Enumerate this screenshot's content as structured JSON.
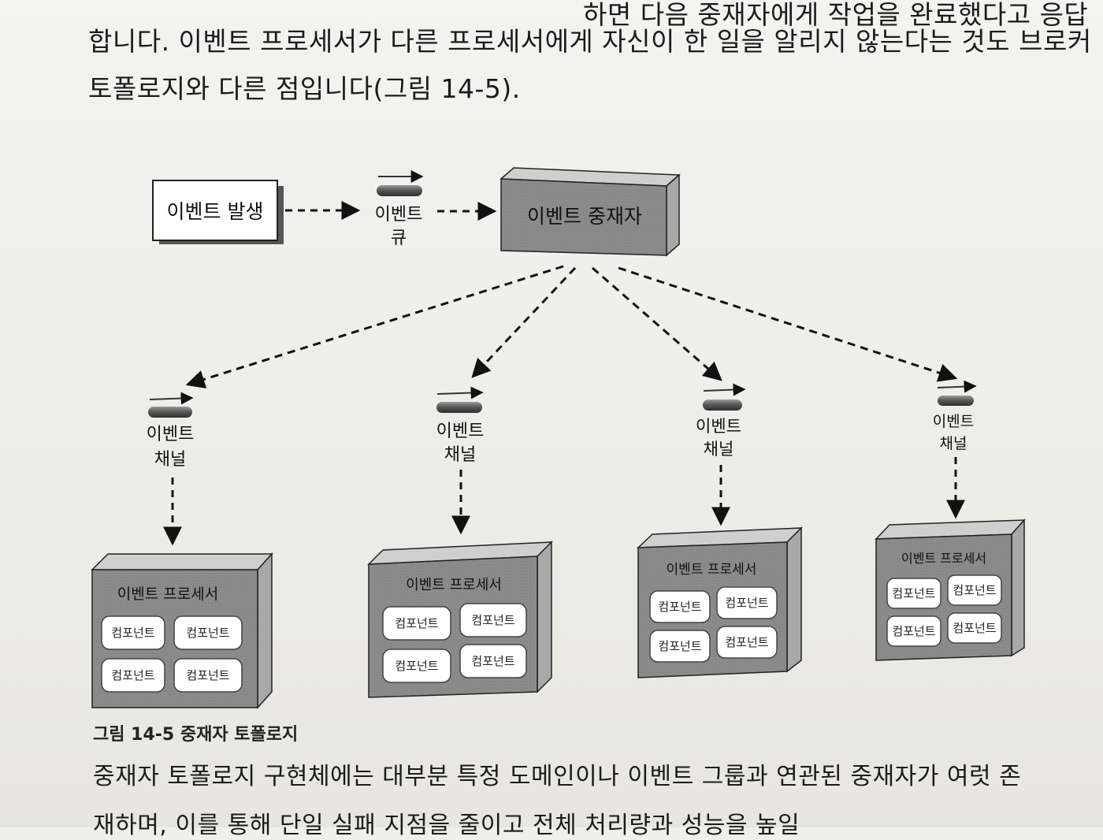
{
  "paragraph": {
    "line_top": "하면 다음 중재자에게 작업을 완료했다고 응답",
    "line1": "합니다. 이벤트 프로세서가 다른 프로세서에게 자신이 한 일을 알리지 않는다는 것도 브로커",
    "line2": "토폴로지와 다른 점입니다(그림 14-5)."
  },
  "diagram": {
    "event_source": "이벤트 발생",
    "event_queue": [
      "이벤트",
      "큐"
    ],
    "mediator": "이벤트 중재자",
    "channels": [
      [
        "이벤트",
        "채널"
      ],
      [
        "이벤트",
        "채널"
      ],
      [
        "이벤트",
        "채널"
      ],
      [
        "이벤트",
        "채널"
      ]
    ],
    "processor_title": "이벤트 프로세서",
    "component_label": "컴포넌트"
  },
  "caption": "그림 14-5 중재자 토폴로지",
  "next_paragraph": {
    "line1": "중재자 토폴로지 구현체에는 대부분 특정 도메인이나 이벤트 그룹과 연관된 중재자가 여럿 존",
    "line2": "재하며, 이를 통해 단일 실패 지점을 줄이고 전체 처리량과 성능을 높일"
  },
  "colors": {
    "box_face": "#8a8a8a",
    "box_side": "#a9a9a9",
    "box_top": "#d0d0d0",
    "component_bg": "#ffffff",
    "text": "#111111"
  }
}
